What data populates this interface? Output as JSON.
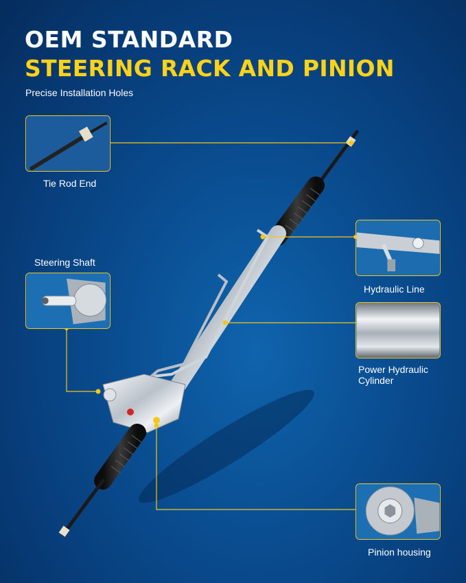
{
  "header": {
    "line1": "OEM STANDARD",
    "line2": "STEERING RACK AND PINION",
    "subtitle": "Precise Installation Holes"
  },
  "callouts": {
    "tie_rod_end": "Tie Rod End",
    "steering_shaft": "Steering Shaft",
    "hydraulic_line": "Hydraulic Line",
    "power_cylinder_line1": "Power Hydraulic",
    "power_cylinder_line2": "Cylinder",
    "pinion_housing": "Pinion housing"
  },
  "colors": {
    "accent": "#f2c81c",
    "title_yellow": "#ffd21a",
    "background": "#0a4f93"
  }
}
